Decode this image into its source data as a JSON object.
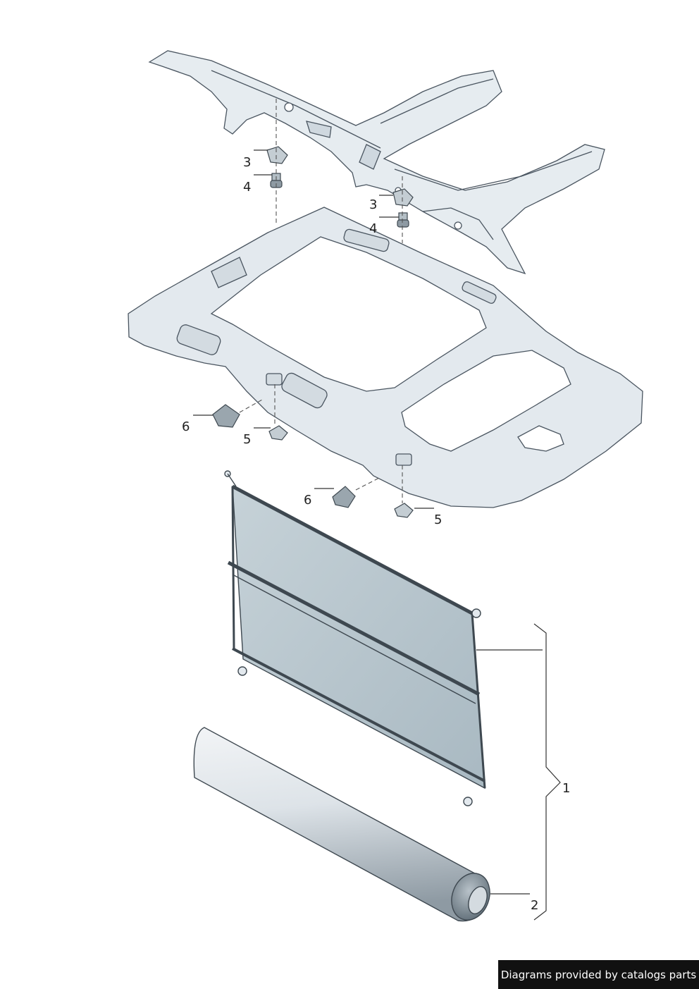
{
  "callouts": {
    "c1": "1",
    "c2": "2",
    "c3a": "3",
    "c3b": "3",
    "c4a": "4",
    "c4b": "4",
    "c5a": "5",
    "c5b": "5",
    "c6a": "6",
    "c6b": "6"
  },
  "credit": "Diagrams provided by catalogs parts",
  "colors": {
    "part_fill": "#e3e9ee",
    "part_shadow": "#c9d4dc",
    "outline": "#4a5560",
    "net_fill": "#b9c7cf",
    "net_dark": "#8c9ca6",
    "tube_light": "#eef1f4",
    "tube_dark": "#7d8a94"
  }
}
